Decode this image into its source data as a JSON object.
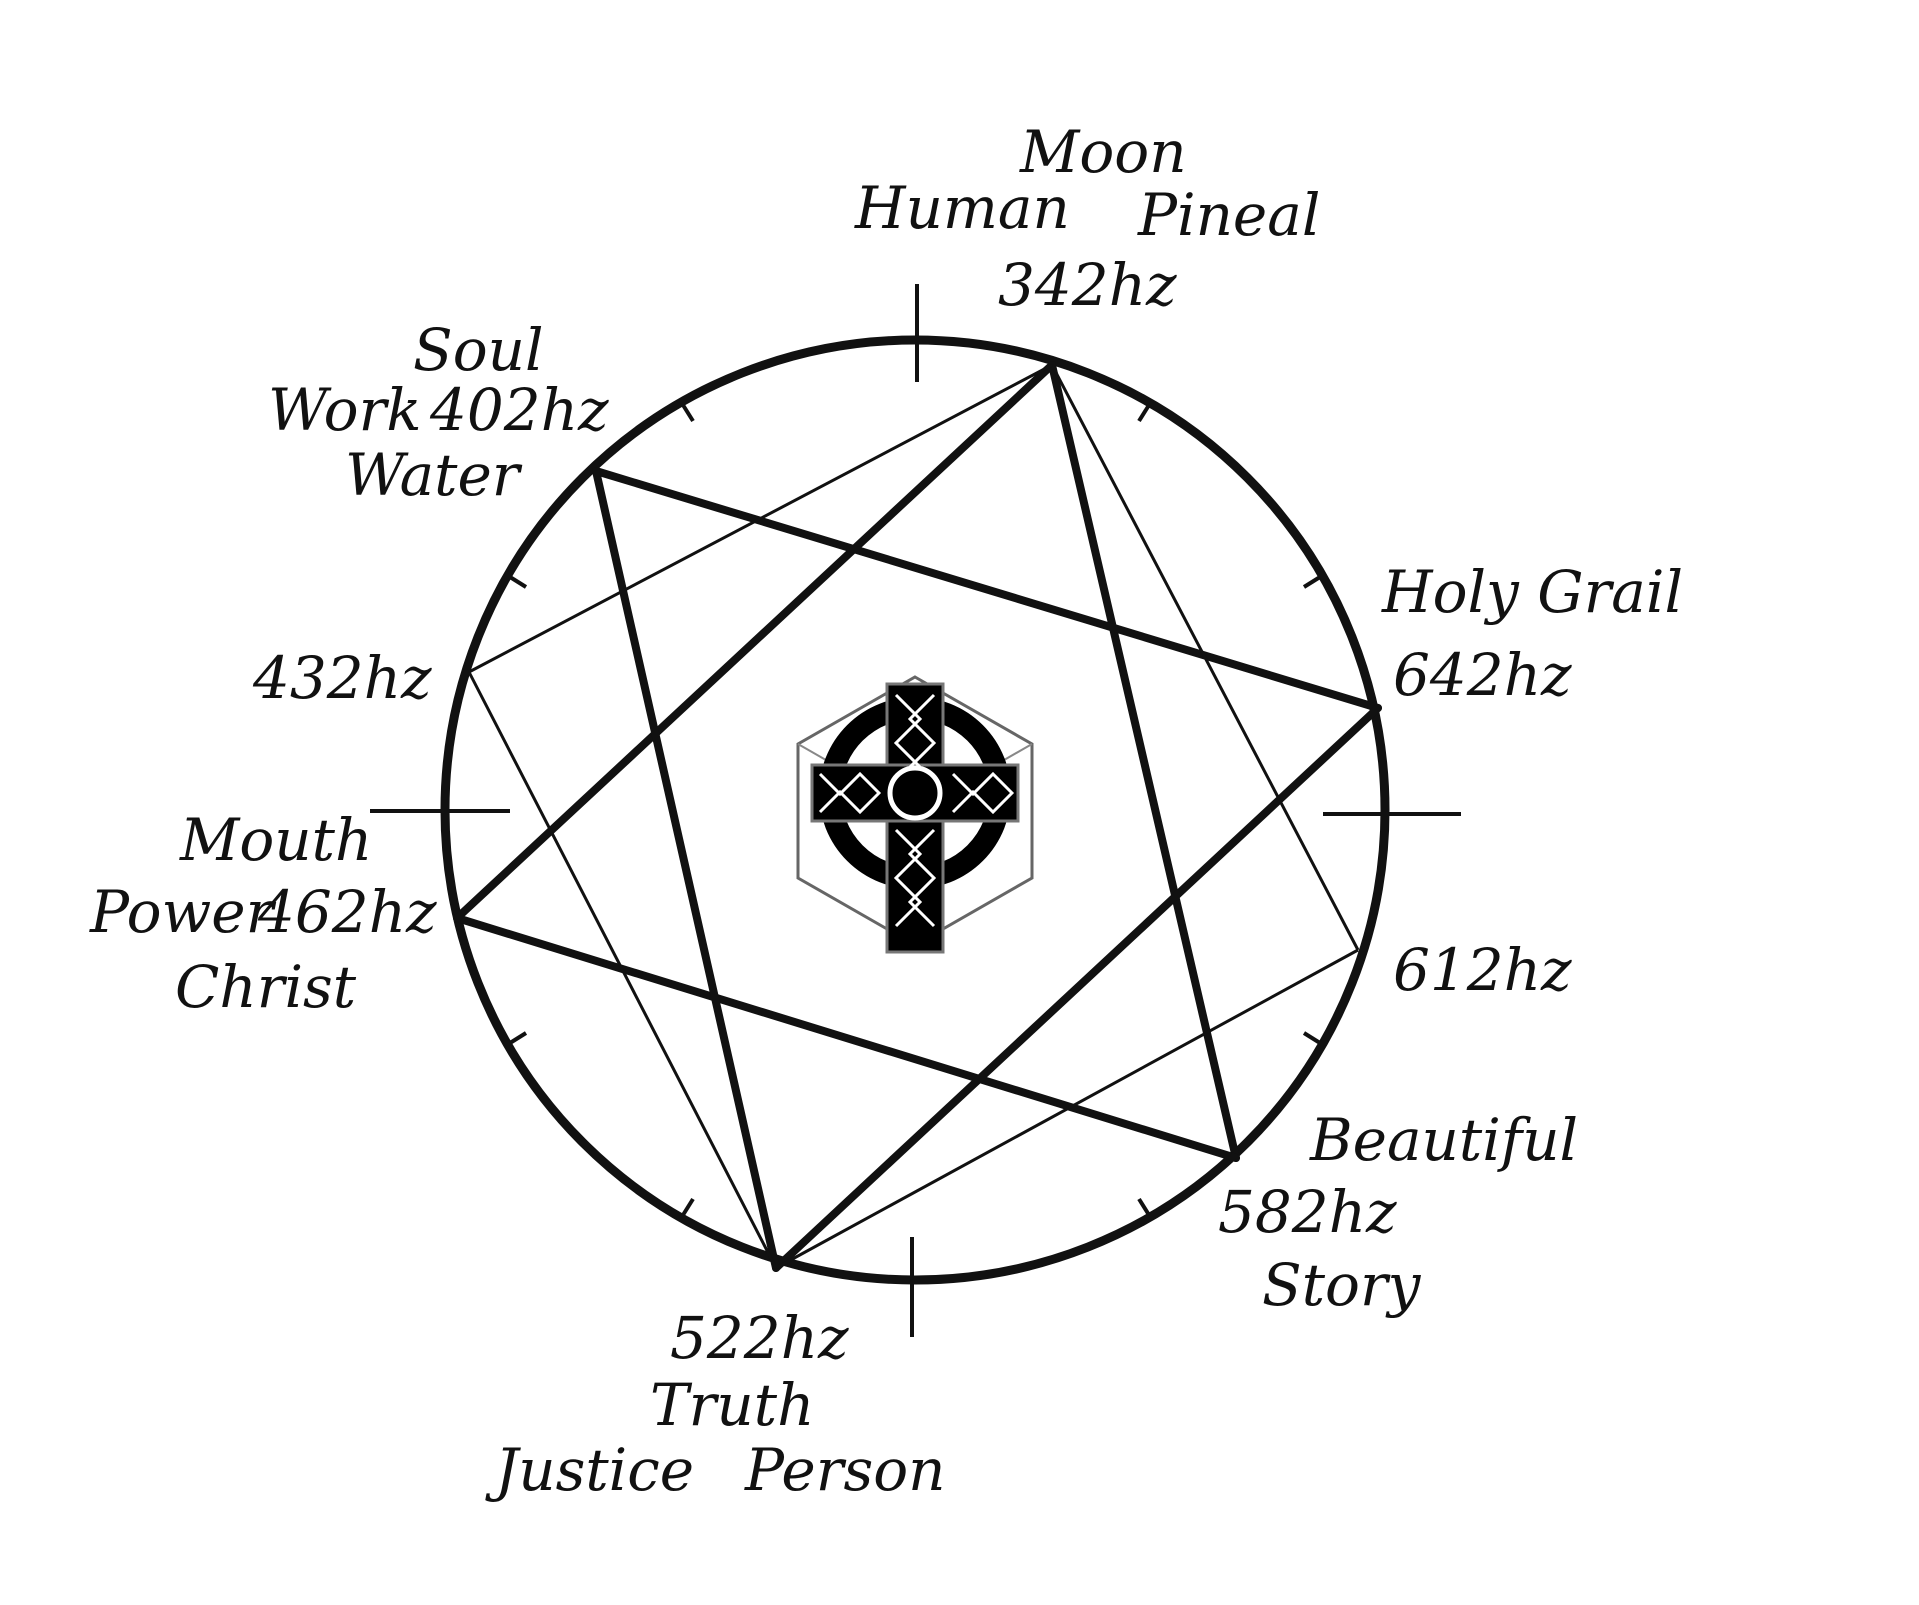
{
  "labels": {
    "top": {
      "moon": "Moon",
      "human": "Human",
      "pineal": "Pineal",
      "freq": "342hz"
    },
    "upper_left": {
      "soul": "Soul",
      "work": "Work",
      "freq": "402hz",
      "water": "Water"
    },
    "left": {
      "freq": "432hz"
    },
    "lower_left": {
      "mouth": "Mouth",
      "power": "Power",
      "freq": "462hz",
      "christ": "Christ"
    },
    "bottom": {
      "freq": "522hz",
      "truth": "Truth",
      "justice": "Justice",
      "person": "Person"
    },
    "lower_right": {
      "beautiful": "Beautiful",
      "freq": "582hz",
      "story": "Story"
    },
    "right_low": {
      "freq": "612hz"
    },
    "right_high": {
      "holy_grail": "Holy Grail",
      "freq": "642hz"
    }
  },
  "colors": {
    "ink": "#111111",
    "background": "#ffffff",
    "cross_fill": "#000000"
  },
  "icons": {
    "center": "celtic-cross-icon"
  }
}
